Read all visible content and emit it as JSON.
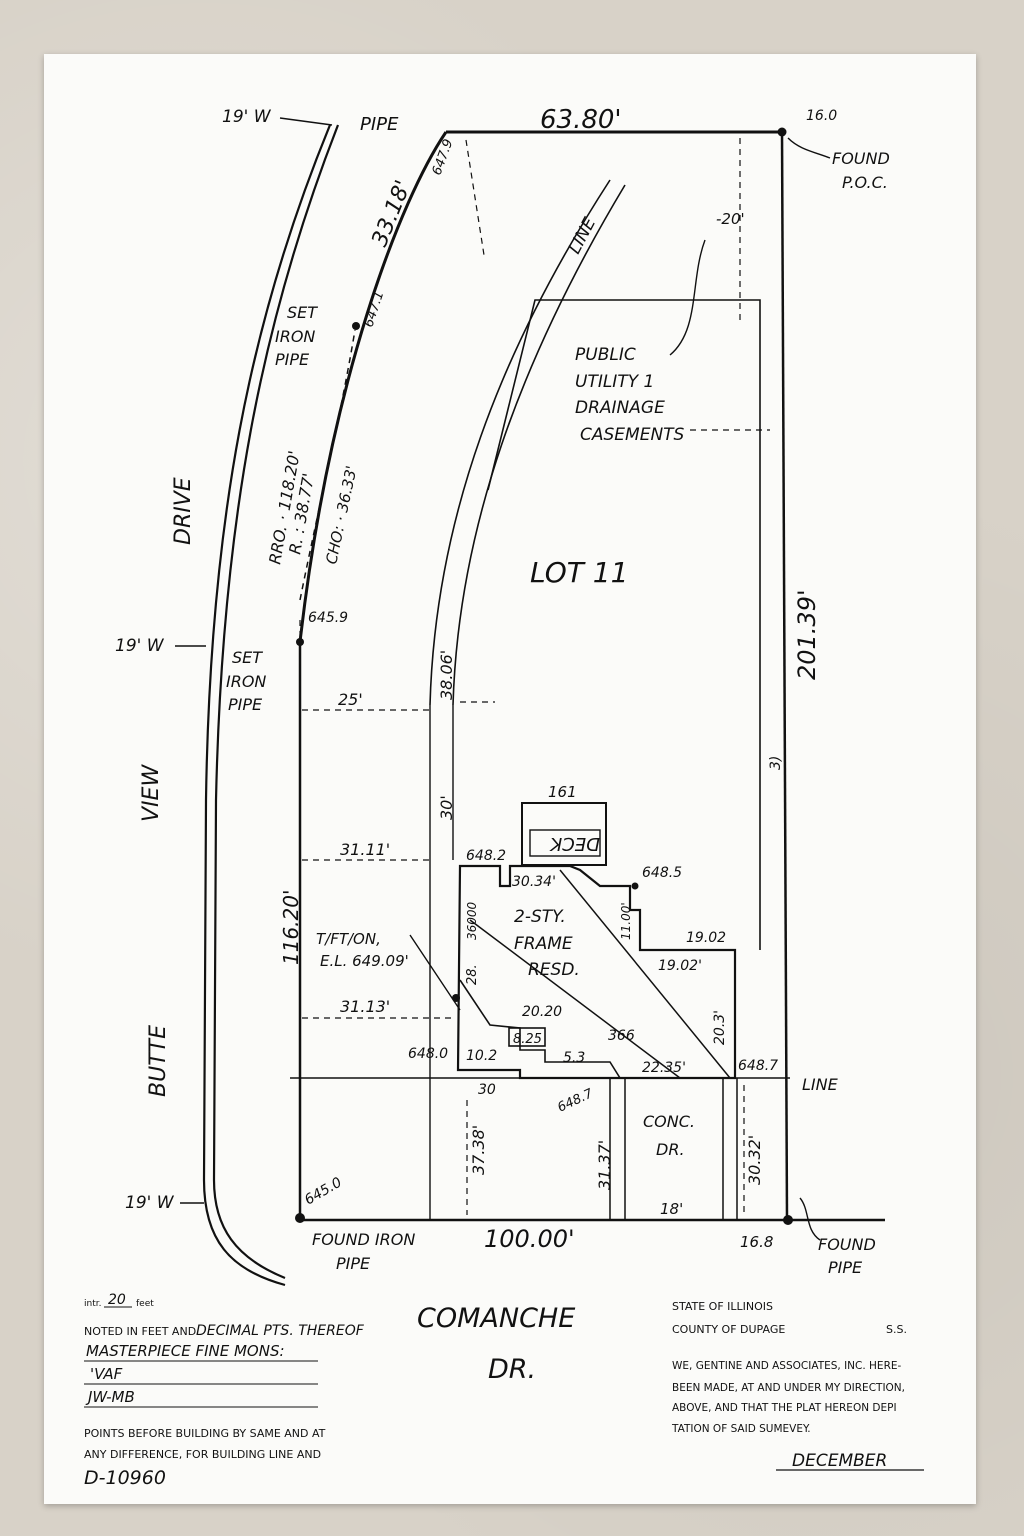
{
  "labels": {
    "w19_top": "19' W",
    "w19_mid": "19' W",
    "w19_bot": "19' W",
    "pipe_top": "PIPE",
    "top_length": "63.80'",
    "elev_160": "16.0",
    "found_poc_1": "FOUND",
    "found_poc_2": "P.O.C.",
    "arc_length": "33.18'",
    "elev_6479": "647.9",
    "line_diag": "LINE",
    "easement_20": "-20'",
    "set_iron_pipe_1": [
      "SET",
      "IRON",
      "PIPE"
    ],
    "elev_6471": "647.1",
    "public_utility": [
      "PUBLIC",
      "UTILITY 1",
      "DRAINAGE",
      "CASEMENTS"
    ],
    "curve_rad": "RRO. · 118.20'",
    "curve_r": "R. : 38.77'",
    "curve_cho": "CHO: · 36.33'",
    "lot": "LOT 11",
    "side_length": "201.39'",
    "drive": "DRIVE",
    "view": "VIEW",
    "butte": "BUTTE",
    "elev_6459": "645.9",
    "set_iron_pipe_2": [
      "SET",
      "IRON",
      "PIPE"
    ],
    "setback_25": "25'",
    "dim_3806": "38.06'",
    "dim_30": "30'",
    "dim_3k": "3)",
    "dim_161": "161",
    "deck": "DECK",
    "dim_3111": "31.11'",
    "elev_6482": "648.2",
    "elev_6485": "648.5",
    "dim_3034": "30.34'",
    "dim_36000": "36000",
    "house": [
      "2-STY.",
      "FRAME",
      "RESD."
    ],
    "dim_1100": "11.00'",
    "dim_1902a": "19.02",
    "dim_1902b": "19.02'",
    "dim_11620": "116.20'",
    "tft_on": "T/FT/ON,",
    "el_64909": "E.L. 649.09'",
    "dim_28": "28.",
    "dim_2020": "20.20",
    "dim_3113": "31.13'",
    "dim_825": "8.25",
    "dim_366": "366",
    "dim_2031": "20.3'",
    "elev_6480": "648.0",
    "dim_102": "10.2",
    "dim_53": "5.3",
    "dim_2235": "22.35'",
    "elev_6487a": "648.7",
    "line_right": "LINE",
    "dim_30b": "30",
    "elev_6487b": "648.7",
    "conc_dr": [
      "CONC.",
      "DR."
    ],
    "dim_3738": "37.38'",
    "dim_3137": "31.37'",
    "dim_3032": "30.32'",
    "elev_6450": "645.0",
    "dim_18": "18'",
    "found_iron_pipe": [
      "FOUND IRON",
      "PIPE"
    ],
    "bottom_length": "100.00'",
    "elev_168": "16.8",
    "found_pipe": [
      "FOUND",
      "PIPE"
    ],
    "street": [
      "COMANCHE",
      "DR."
    ]
  },
  "footer": {
    "scale_prefix": "intr.",
    "scale_value": "20",
    "scale_unit": "feet",
    "noted": "NOTED IN FEET AND",
    "noted_hand": "DECIMAL PTS. THEREOF",
    "line1": "MASTERPIECE FINE MONS:",
    "line2": "'VAF",
    "line3": "JW-MB",
    "points1": "POINTS BEFORE BUILDING BY SAME AND AT",
    "points2": "ANY DIFFERENCE, FOR BUILDING LINE AND",
    "doc_no": "D-10960",
    "state": "STATE OF ILLINOIS",
    "county": "COUNTY OF DUPAGE",
    "ss": "S.S.",
    "cert1": "WE, GENTINE AND ASSOCIATES, INC. HERE-",
    "cert2": "BEEN MADE, AT AND UNDER MY DIRECTION,",
    "cert3": "ABOVE, AND THAT THE PLAT HEREON DEPI",
    "cert4": "TATION OF SAID SUMEVEY.",
    "month": "DECEMBER"
  }
}
